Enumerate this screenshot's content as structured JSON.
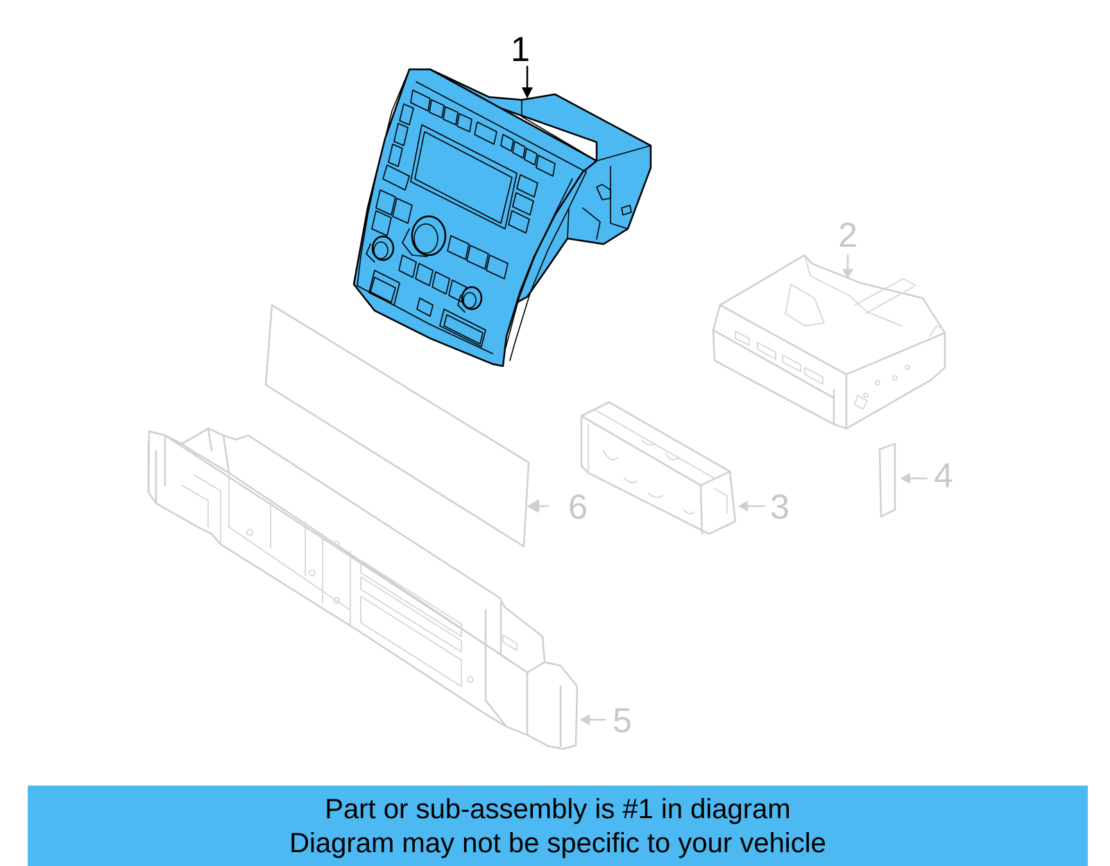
{
  "colors": {
    "highlight_part": "#4db9f2",
    "banner_background": "#4db9f2",
    "dim_parts": "#cfcfcf",
    "outline": "#000000"
  },
  "callouts": {
    "c1": "1",
    "c2": "2",
    "c3": "3",
    "c4": "4",
    "c5": "5",
    "c6": "6"
  },
  "banner": {
    "line1": "Part or sub-assembly is #1 in diagram",
    "line2": "Diagram may not be specific to your vehicle"
  }
}
